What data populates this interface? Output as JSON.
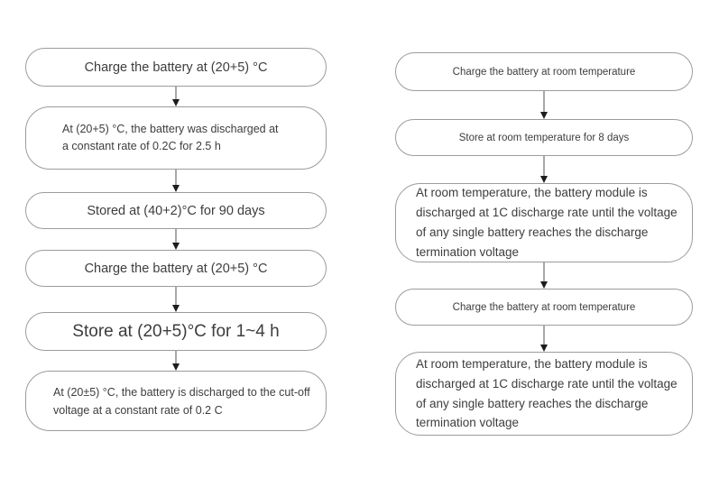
{
  "page": {
    "background_color": "#ffffff",
    "text_color": "#3d3d3d",
    "box_border_color": "#9c9c9c",
    "arrow_line_color": "#a8a8a8",
    "arrow_head_color": "#1c1c1c"
  },
  "left_flow": {
    "steps": [
      {
        "text": "Charge the battery at (20+5) °C"
      },
      {
        "text": "At (20+5) °C, the battery was discharged at a constant rate of 0.2C for 2.5 h"
      },
      {
        "text": "Stored at (40+2)°C for 90 days"
      },
      {
        "text": "Charge the battery at (20+5) °C"
      },
      {
        "text": "Store at (20+5)°C for 1~4 h"
      },
      {
        "text": "At (20±5) °C, the battery is discharged to the cut-off voltage at a constant rate of 0.2 C"
      }
    ]
  },
  "right_flow": {
    "steps": [
      {
        "text": "Charge the battery at room temperature"
      },
      {
        "text": "Store at room temperature for 8 days"
      },
      {
        "text": "At room temperature, the battery module is discharged at 1C discharge rate until the voltage of any single battery reaches the discharge termination voltage"
      },
      {
        "text": "Charge the battery at room temperature"
      },
      {
        "text": "At room temperature, the battery module is discharged at 1C discharge rate until the voltage of any single battery reaches the discharge termination voltage"
      }
    ]
  }
}
